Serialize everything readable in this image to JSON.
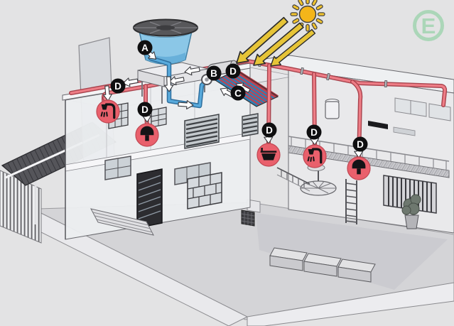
{
  "markers": [
    {
      "letter": "A",
      "target": "water-tank-outlet"
    },
    {
      "letter": "B",
      "target": "boiler-reservoir"
    },
    {
      "letter": "C",
      "target": "solar-collector"
    },
    {
      "letter": "D",
      "target": "hot-water-drop-left-shower"
    },
    {
      "letter": "D",
      "target": "hot-water-drop-left-faucet"
    },
    {
      "letter": "D",
      "target": "boiler-hot-outlet"
    },
    {
      "letter": "D",
      "target": "hot-water-drop-bathtub"
    },
    {
      "letter": "D",
      "target": "hot-water-drop-right-shower"
    },
    {
      "letter": "D",
      "target": "hot-water-drop-right-faucet"
    }
  ],
  "outlets": [
    {
      "icon": "shower-icon"
    },
    {
      "icon": "faucet-icon"
    },
    {
      "icon": "bathtub-icon"
    },
    {
      "icon": "shower-icon"
    },
    {
      "icon": "faucet-icon"
    }
  ],
  "logo": {
    "letter": "E"
  },
  "icons": {
    "sun": "sun-icon",
    "sun_rays": "sunray-arrow-icon",
    "flow": "flow-arrow-icon",
    "tank": "water-tank",
    "collector": "solar-collector-panel"
  },
  "colors": {
    "background": "#e3e3e4",
    "hot_water": "#ee7d86",
    "hot_water_edge": "#a8434d",
    "cold_water": "#58aadc",
    "cold_water_edge": "#2e6f9e",
    "tank_water": "#8bc7e7",
    "sun_yellow": "#f4b51a",
    "arrow_yellow": "#e6c437",
    "marker_black": "#0f0f10",
    "outlet_red": "#e9606c",
    "logo_green": "#a6d5b4"
  }
}
